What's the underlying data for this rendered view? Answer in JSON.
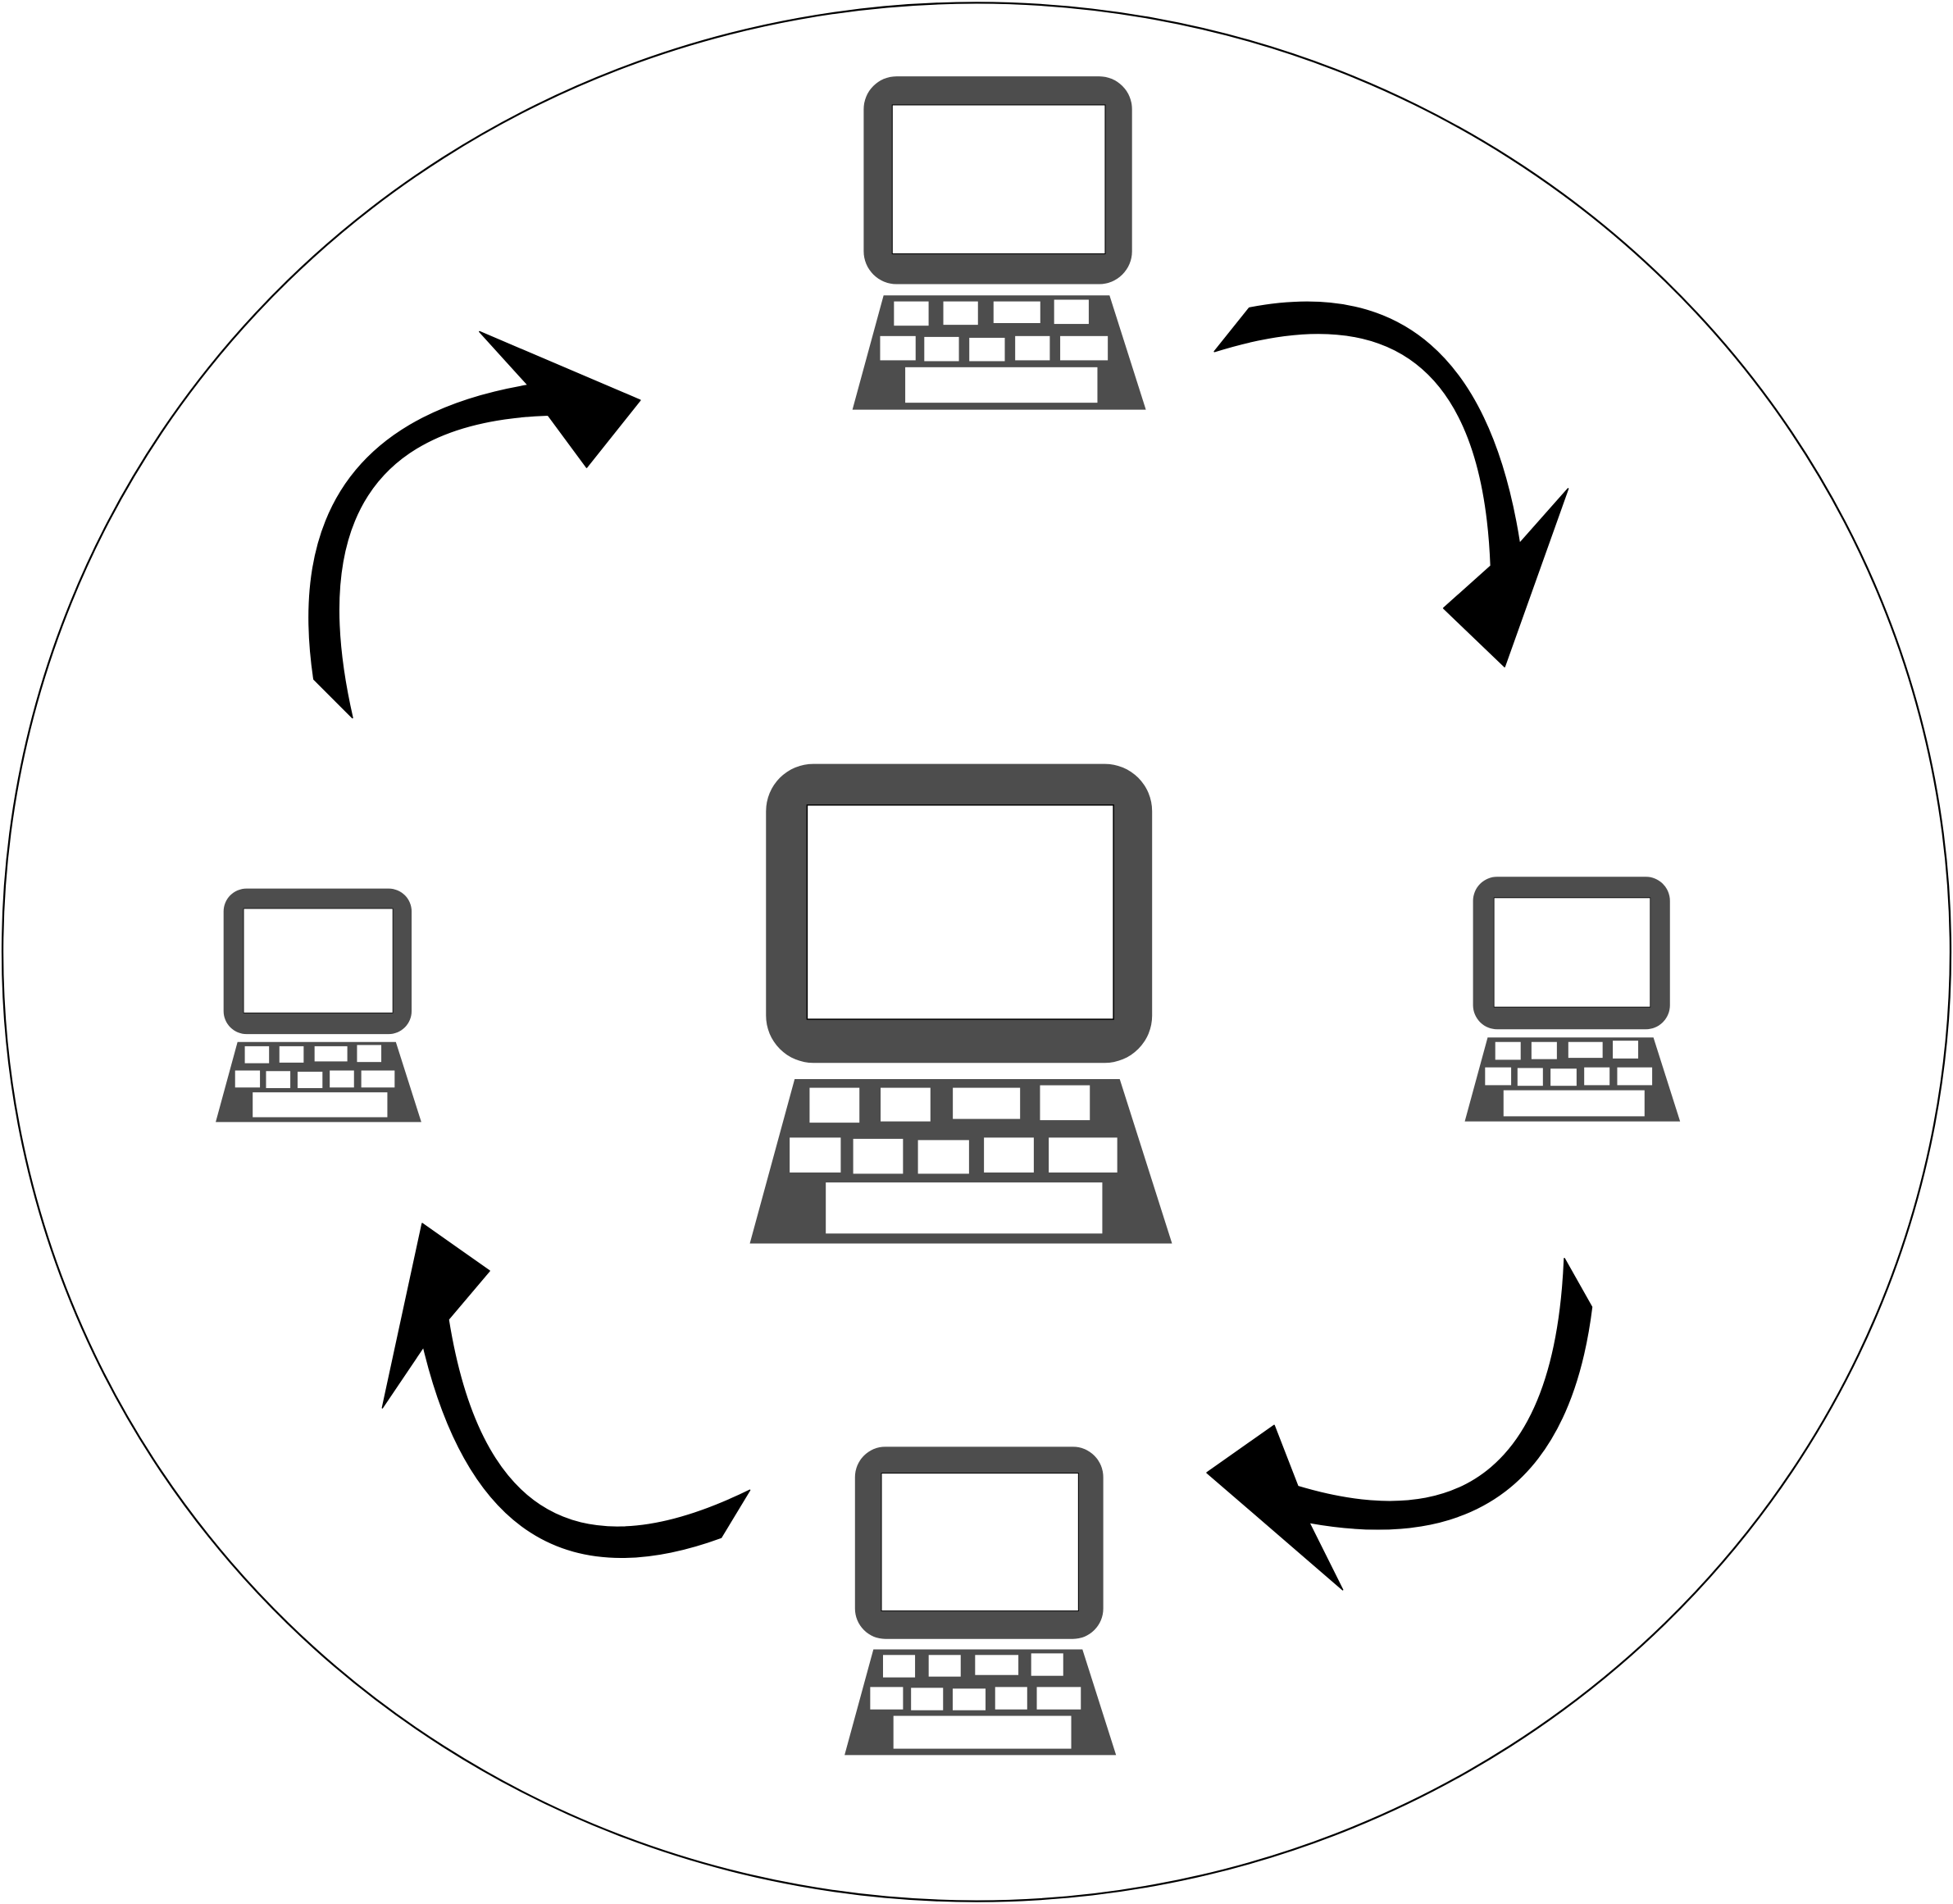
{
  "diagram": {
    "type": "network-cycle",
    "nodes": [
      "computer-top",
      "computer-right",
      "computer-bottom",
      "computer-left",
      "computer-center"
    ],
    "edges": [
      {
        "from": "computer-top",
        "to": "computer-right"
      },
      {
        "from": "computer-right",
        "to": "computer-bottom"
      },
      {
        "from": "computer-bottom",
        "to": "computer-left"
      },
      {
        "from": "computer-left",
        "to": "computer-top"
      }
    ]
  },
  "colors": {
    "computer": "#4d4d4d",
    "arrow": "#000000",
    "ellipse": "#000000",
    "background": "#ffffff"
  }
}
